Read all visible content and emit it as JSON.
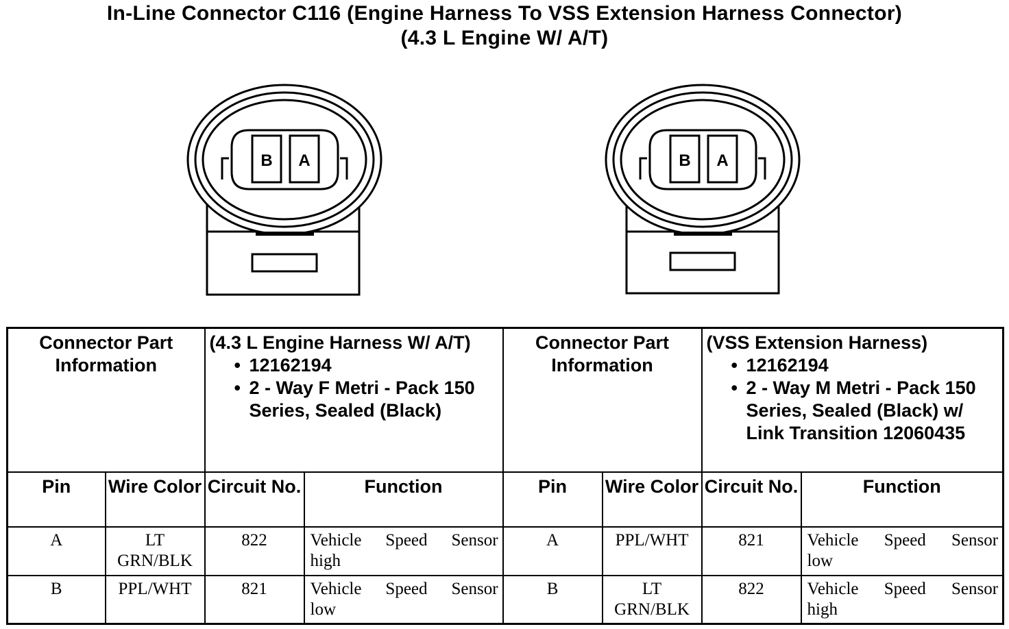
{
  "title": {
    "line1": "In-Line Connector C116 (Engine Harness To VSS Extension Harness Connector)",
    "line2": "(4.3 L Engine W/ A/T)"
  },
  "connectors": [
    {
      "pin_labels": [
        "B",
        "A"
      ]
    },
    {
      "pin_labels": [
        "B",
        "A"
      ]
    }
  ],
  "table": {
    "left": {
      "part_info_label": "Connector Part Information",
      "harness": "(4.3 L Engine Harness W/ A/T)",
      "bullets": [
        "12162194",
        "2 - Way F Metri - Pack 150 Series, Sealed (Black)"
      ],
      "columns": {
        "pin": "Pin",
        "wire_color": "Wire Color",
        "circuit": "Circuit No.",
        "function": "Function"
      },
      "rows": [
        {
          "pin": "A",
          "wire_color": "LT GRN/BLK",
          "circuit": "822",
          "function_line1": "Vehicle Speed Sensor",
          "function_line2": "high"
        },
        {
          "pin": "B",
          "wire_color": "PPL/WHT",
          "circuit": "821",
          "function_line1": "Vehicle Speed Sensor",
          "function_line2": "low"
        }
      ]
    },
    "right": {
      "part_info_label": "Connector Part Information",
      "harness": "(VSS Extension Harness)",
      "bullets": [
        "12162194",
        "2 - Way M Metri - Pack 150 Series, Sealed (Black) w/ Link Transition 12060435"
      ],
      "columns": {
        "pin": "Pin",
        "wire_color": "Wire Color",
        "circuit": "Circuit No.",
        "function": "Function"
      },
      "rows": [
        {
          "pin": "A",
          "wire_color": "PPL/WHT",
          "circuit": "821",
          "function_line1": "Vehicle Speed Sensor",
          "function_line2": "low"
        },
        {
          "pin": "B",
          "wire_color": "LT GRN/BLK",
          "circuit": "822",
          "function_line1": "Vehicle Speed Sensor",
          "function_line2": "high"
        }
      ]
    }
  }
}
